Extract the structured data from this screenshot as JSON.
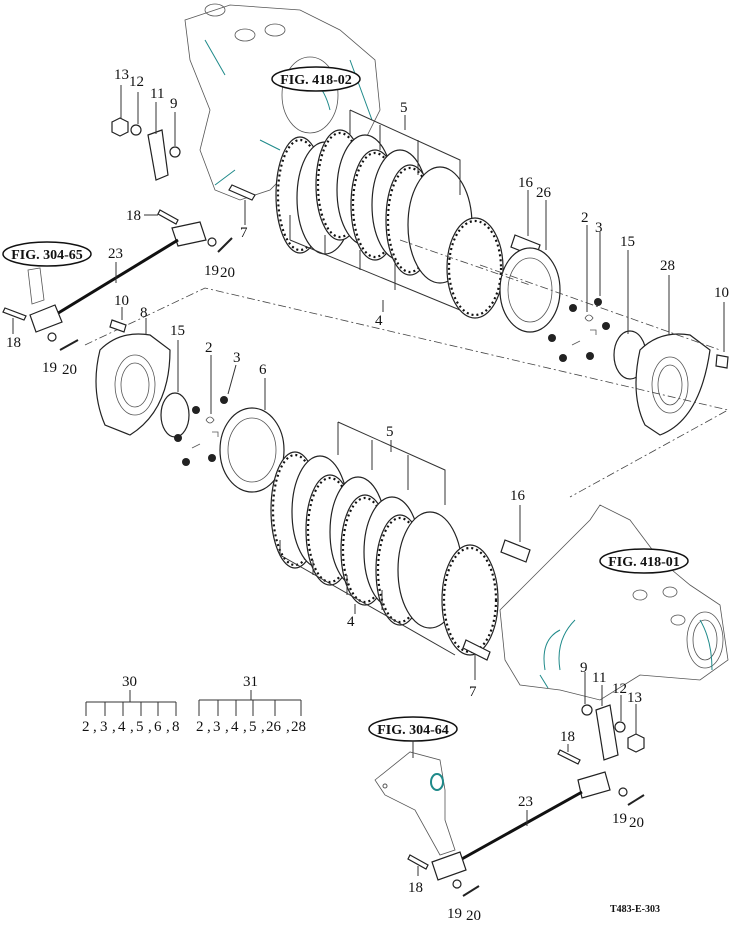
{
  "diagram": {
    "drawing_code": "T483-E-303",
    "figure_refs": {
      "top_housing": "FIG. 418-02",
      "bottom_housing": "FIG. 418-01",
      "top_linkage": "FIG. 304-65",
      "bottom_linkage": "FIG. 304-64"
    },
    "top_assembly": {
      "labels": {
        "nut": "13",
        "washer": "12",
        "lever": "11",
        "seal": "9",
        "pin_upper": "18",
        "pin_bolt": "7",
        "clevis_washer": "19",
        "cotter": "20",
        "rod": "23",
        "pin_lower": "18",
        "washer_lower": "19",
        "cotter_lower": "20",
        "plates_top": "5",
        "plates_bottom": "4",
        "dowel": "16",
        "disc": "26",
        "spring": "2",
        "balls": "3",
        "snap_ring": "15",
        "cover": "28",
        "bolt": "10"
      }
    },
    "bottom_assembly": {
      "labels": {
        "bolt": "10",
        "cover": "8",
        "snap_ring": "15",
        "spring": "2",
        "balls": "3",
        "disc": "6",
        "plates_top": "5",
        "plates_bottom": "4",
        "dowel": "16",
        "pin_bolt": "7",
        "seal": "9",
        "lever": "11",
        "washer": "12",
        "nut": "13",
        "pin_upper": "18",
        "rod": "23",
        "washer_upper": "19",
        "cotter_upper": "20",
        "pin_lower": "18",
        "washer_lower": "19",
        "cotter_lower": "20"
      }
    },
    "kits": [
      {
        "number": "30",
        "contents": [
          "2",
          "3",
          "4",
          "5",
          "6",
          "8"
        ]
      },
      {
        "number": "31",
        "contents": [
          "2",
          "3",
          "4",
          "5",
          "26",
          "28"
        ]
      }
    ],
    "colors": {
      "line": "#222222",
      "accent": "#1f8a8a",
      "background": "#ffffff"
    }
  }
}
